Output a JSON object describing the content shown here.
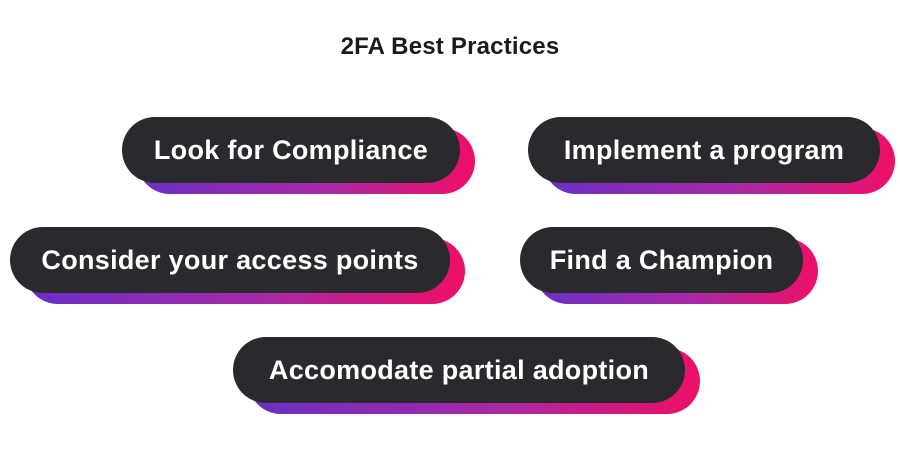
{
  "title": "2FA Best Practices",
  "pills": [
    {
      "label": "Look for Compliance"
    },
    {
      "label": "Implement a program"
    },
    {
      "label": "Consider your access points"
    },
    {
      "label": "Find a Champion"
    },
    {
      "label": "Accomodate partial adoption"
    }
  ],
  "colors": {
    "background": "#ffffff",
    "title_text": "#1b1b1b",
    "pill_background": "#2a2a2e",
    "pill_text": "#ffffff",
    "shadow_gradient_left": "#6a2fc6",
    "shadow_gradient_mid": "#a829a5",
    "shadow_gradient_right": "#ee0f67"
  }
}
